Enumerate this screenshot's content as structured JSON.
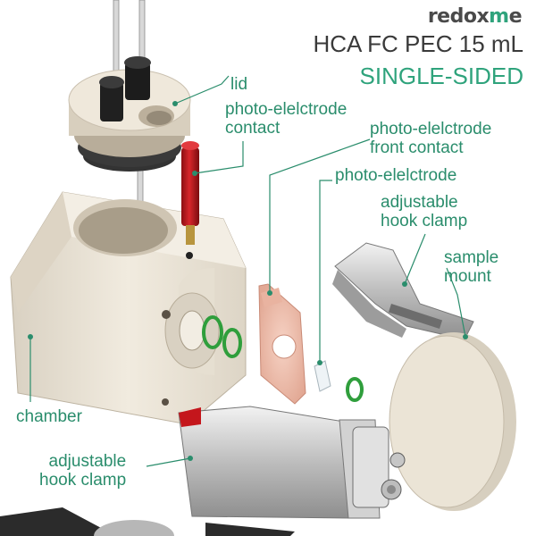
{
  "brand": {
    "name_pre": "redox",
    "name_accent": "m",
    "name_post": "e"
  },
  "header": {
    "title": "HCA FC PEC 15 mL",
    "subtitle": "SINGLE-SIDED"
  },
  "labels": {
    "lid": "lid",
    "contact_line1": "photo-elelctrode",
    "contact_line2": "contact",
    "front_line1": "photo-elelctrode",
    "front_line2": "front contact",
    "electrode": "photo-elelctrode",
    "hook_top_line1": "adjustable",
    "hook_top_line2": "hook clamp",
    "sample_line1": "sample",
    "sample_line2": "mount",
    "chamber": "chamber",
    "hook_bottom_line1": "adjustable",
    "hook_bottom_line2": "hook clamp"
  },
  "colors": {
    "accent": "#2fa37c",
    "leader": "#2a8d6c",
    "seal": "#2f9e3c",
    "contact_red": "#c4161c",
    "body": "#ece5d8"
  }
}
